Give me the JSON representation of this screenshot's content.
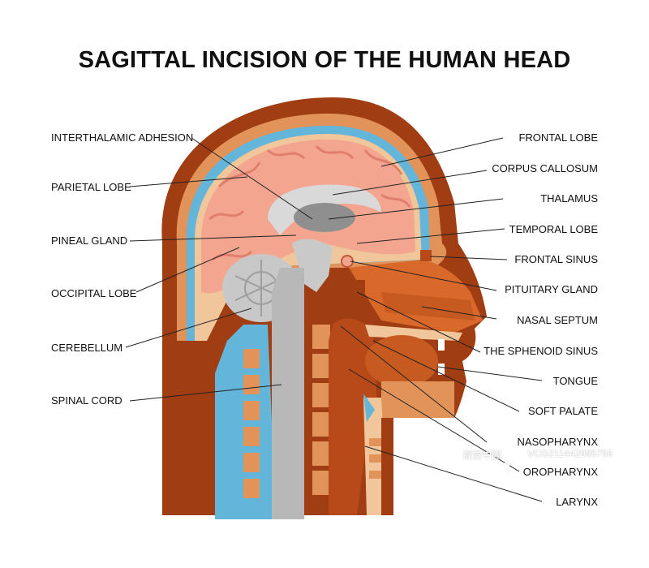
{
  "title": "SAGITTAL INCISION OF THE HUMAN HEAD",
  "labels_left": [
    {
      "text": "INTERTHALAMIC ADHESION"
    },
    {
      "text": "PARIETAL LOBE"
    },
    {
      "text": "PINEAL GLAND"
    },
    {
      "text": "OCCIPITAL LOBE"
    },
    {
      "text": "CEREBELLUM"
    },
    {
      "text": "SPINAL CORD"
    }
  ],
  "labels_right": [
    {
      "text": "FRONTAL LOBE"
    },
    {
      "text": "CORPUS CALLOSUM"
    },
    {
      "text": "THALAMUS"
    },
    {
      "text": "TEMPORAL LOBE"
    },
    {
      "text": "FRONTAL SINUS"
    },
    {
      "text": "PITUITARY GLAND"
    },
    {
      "text": "NASAL SEPTUM"
    },
    {
      "text": "THE SPHENOID SINUS"
    },
    {
      "text": "TONGUE"
    },
    {
      "text": "SOFT PALATE"
    },
    {
      "text": "NASOPHARYNX"
    },
    {
      "text": "OROPHARYNX"
    },
    {
      "text": "LARYNX"
    }
  ],
  "watermark": {
    "brand": "视觉中国",
    "code": "VCG211442995756"
  },
  "colors": {
    "skin_outer": "#a13d12",
    "skull": "#e2935a",
    "csf": "#63b5d9",
    "brain": "#f4a58f",
    "brain_dark": "#e07f6b",
    "cerebellum": "#c8c8c8",
    "spine": "#b8b8b8",
    "face": "#d9692a",
    "mucosa": "#b84a1a"
  }
}
